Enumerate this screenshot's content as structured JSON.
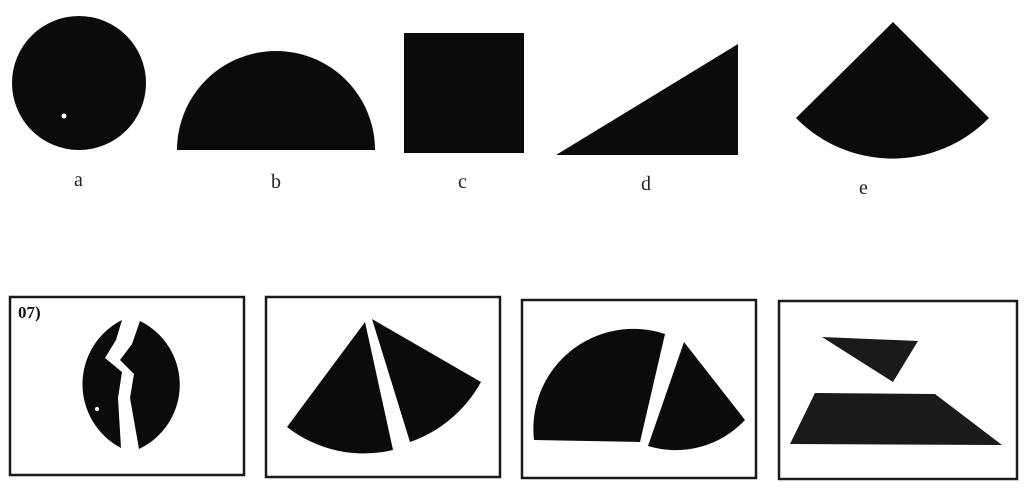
{
  "question_number": "07)",
  "shapes": [
    {
      "label": "a",
      "icon": "circle-icon"
    },
    {
      "label": "b",
      "icon": "semicircle-icon"
    },
    {
      "label": "c",
      "icon": "square-icon"
    },
    {
      "label": "d",
      "icon": "right-triangle-icon"
    },
    {
      "label": "e",
      "icon": "circular-sector-icon"
    }
  ],
  "answer_boxes": [
    {
      "icon": "split-circle-icon"
    },
    {
      "icon": "two-sectors-icon"
    },
    {
      "icon": "semicircle-and-sector-icon"
    },
    {
      "icon": "triangle-and-trapezoid-icon"
    }
  ],
  "colors": {
    "shape_fill": "#0b0b0b",
    "background": "#ffffff",
    "box_border": "#1a1a1a"
  }
}
